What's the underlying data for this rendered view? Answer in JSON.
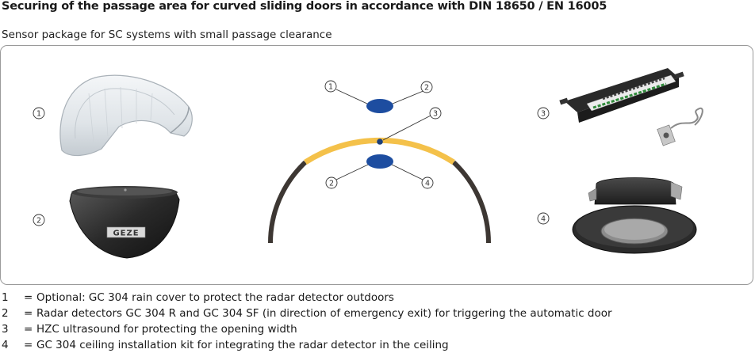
{
  "header": {
    "title": "Securing of the passage area for curved sliding doors in accordance with DIN 18650 / EN 16005",
    "subtitle": "Sensor package for SC systems with small passage clearance"
  },
  "badges": {
    "b1": "1",
    "b2": "2",
    "b3": "3",
    "b4": "4"
  },
  "device_label": "GEZE",
  "legend": [
    {
      "num": "1",
      "eq": "=",
      "text": "Optional: GC 304 rain cover to protect the radar detector outdoors"
    },
    {
      "num": "2",
      "eq": "=",
      "text": "Radar detectors GC 304 R and GC 304 SF (in direction of emergency exit) for triggering the automatic door"
    },
    {
      "num": "3",
      "eq": "=",
      "text": "HZC ultrasound for protecting the opening width"
    },
    {
      "num": "4",
      "eq": "=",
      "text": "GC 304 ceiling installation kit for integrating the radar detector in the ceiling"
    }
  ],
  "colors": {
    "arc_dark": "#3d3733",
    "arc_yellow": "#f4c14a",
    "sensor_blue": "#1d4da0",
    "sensor_dot": "#1d3f7a"
  }
}
